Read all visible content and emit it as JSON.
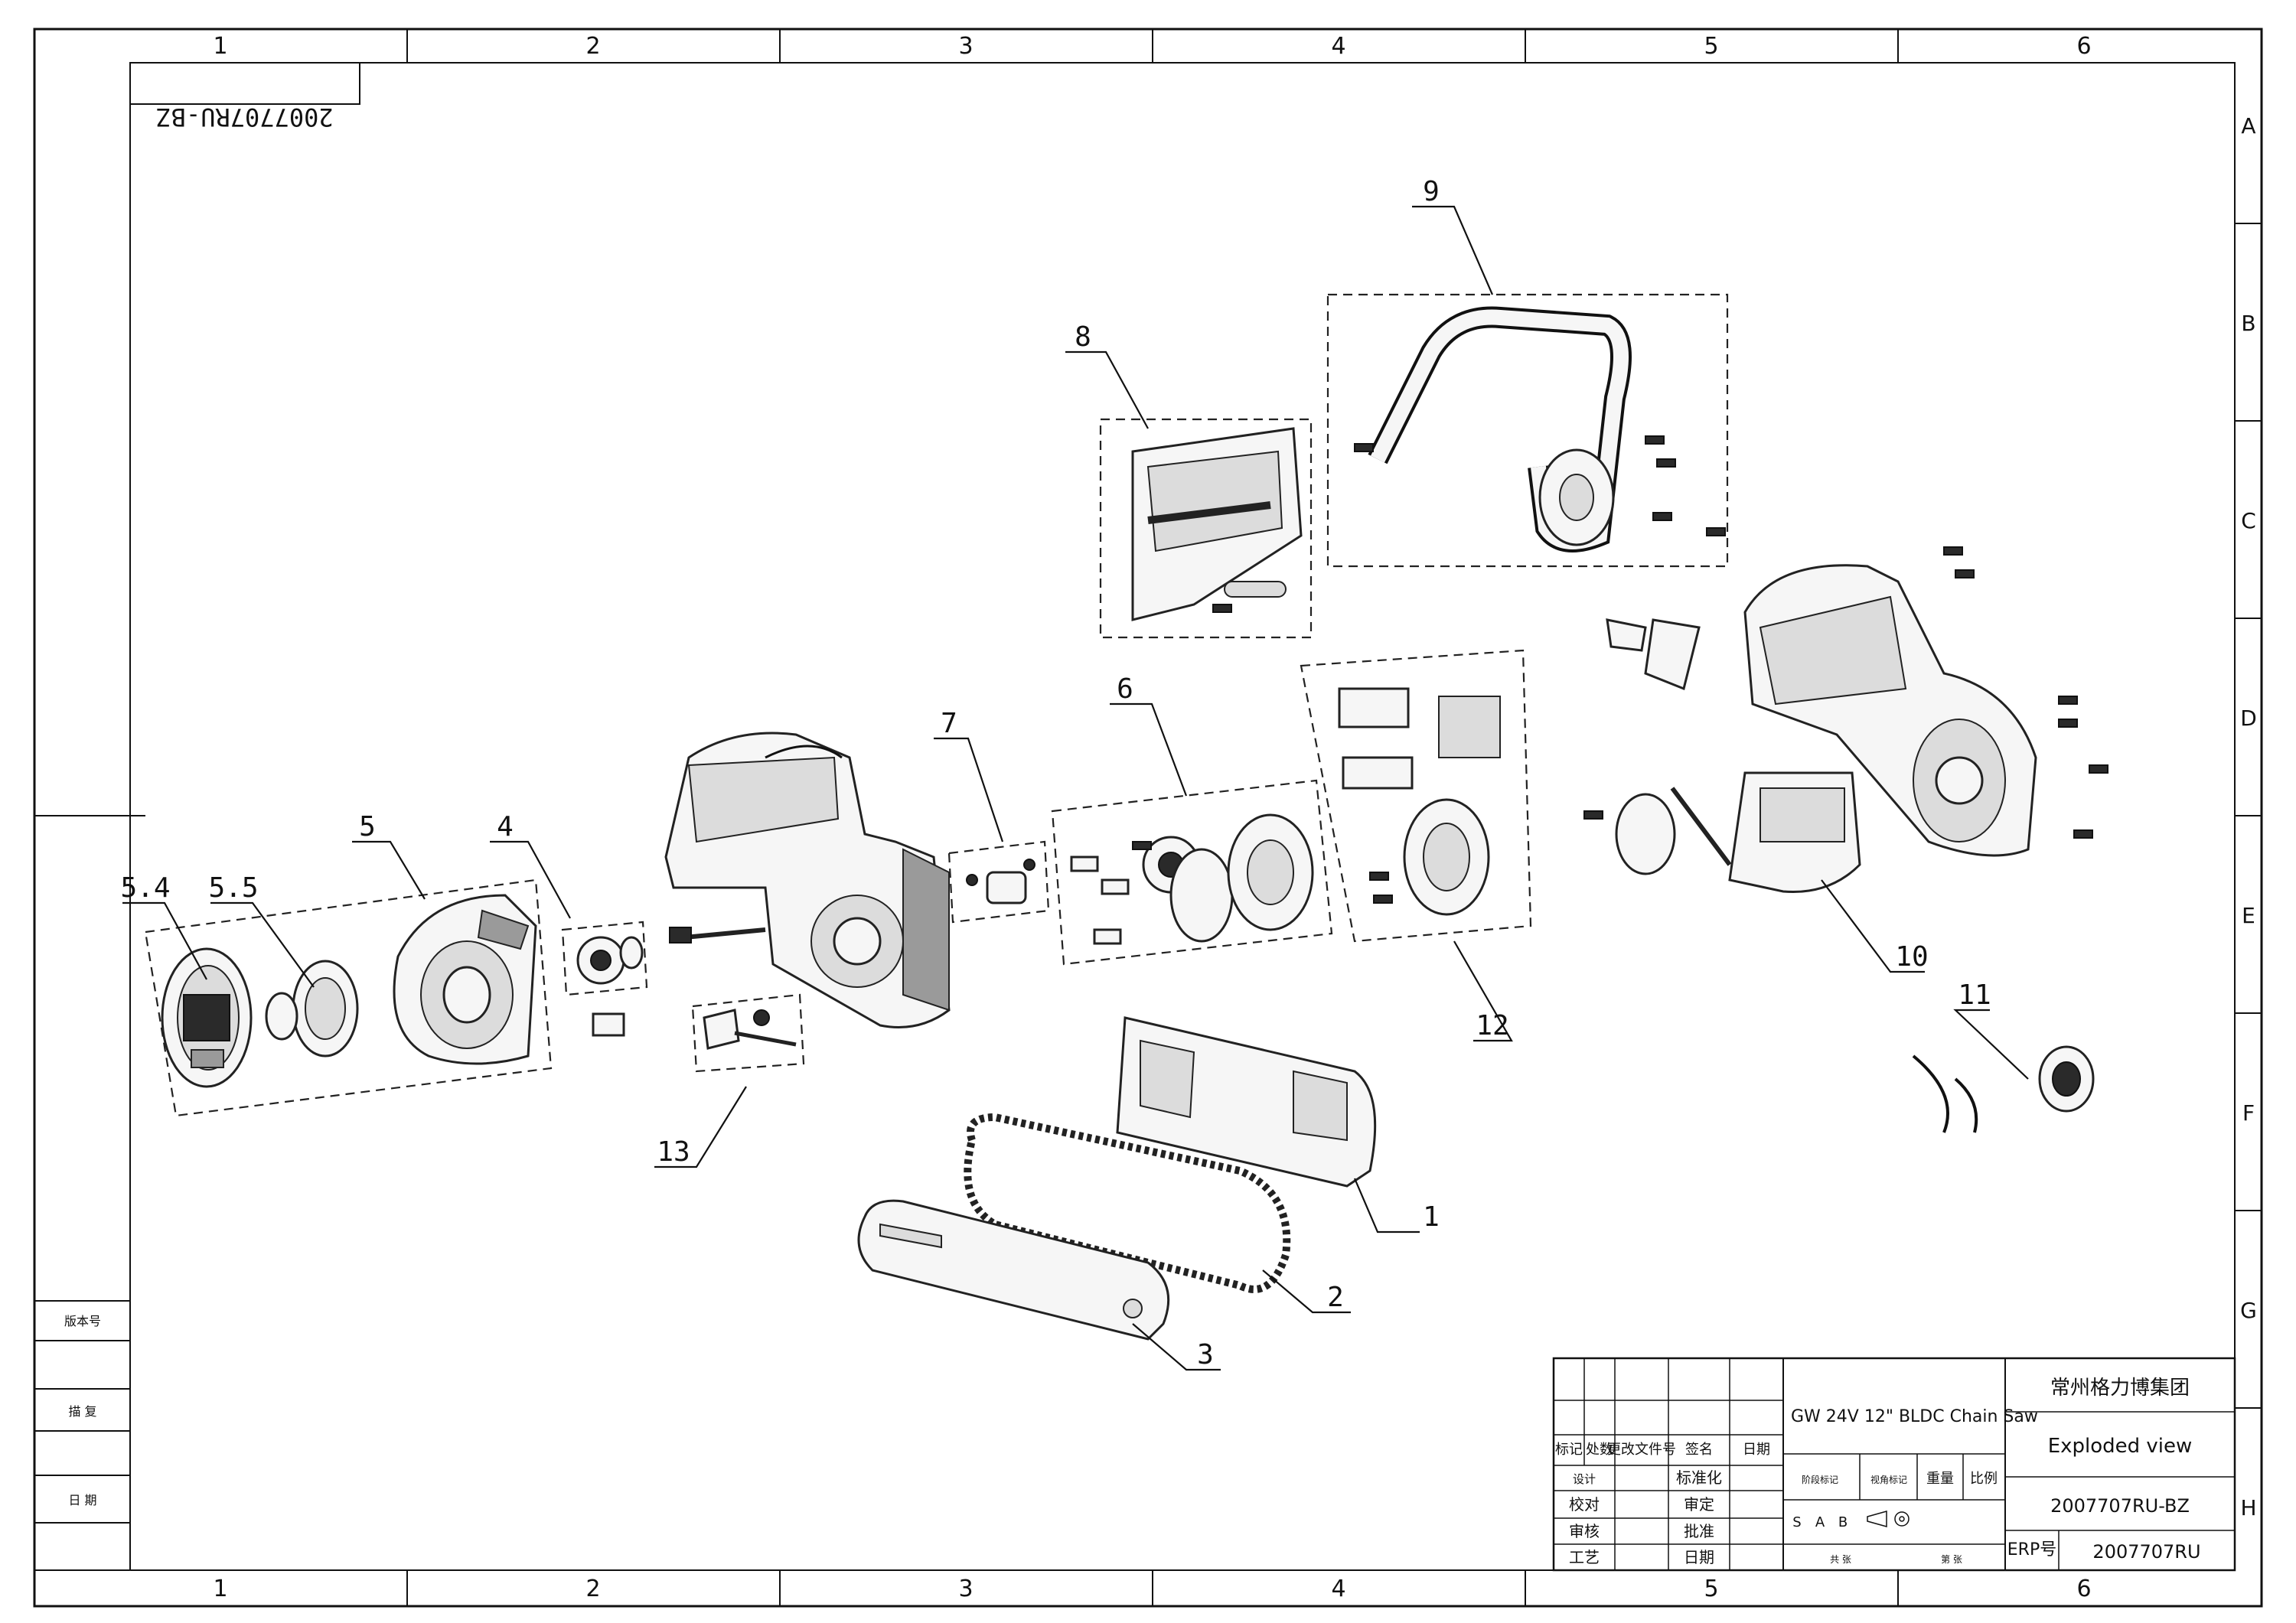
{
  "frame": {
    "columns": [
      "1",
      "2",
      "3",
      "4",
      "5",
      "6"
    ],
    "rows": [
      "A",
      "B",
      "C",
      "D",
      "E",
      "F",
      "G",
      "H"
    ]
  },
  "drawing_number_mirrored": "2007707RU-BZ",
  "callouts": [
    "1",
    "2",
    "3",
    "4",
    "5",
    "5.4",
    "5.5",
    "6",
    "7",
    "8",
    "9",
    "10",
    "11",
    "12",
    "13"
  ],
  "left_strip": {
    "labels": [
      "版本号",
      "描 复",
      "日 期"
    ]
  },
  "title_block": {
    "product": "GW 24V  12\" BLDC Chain Saw",
    "company": "常州格力博集团",
    "view": "Exploded view",
    "drawing_no": "2007707RU-BZ",
    "erp_label": "ERP号",
    "erp_no": "2007707RU",
    "rev_headers": [
      "标记",
      "处数",
      "更改文件号",
      "签名",
      "日期"
    ],
    "sign_rows": [
      {
        "a": "设计",
        "b": "标准化"
      },
      {
        "a": "校对",
        "b": "审定"
      },
      {
        "a": "审核",
        "b": "批准"
      },
      {
        "a": "工艺",
        "b": "日期"
      }
    ],
    "mark_headers": [
      "阶段标记",
      "视角标记",
      "重量",
      "比例"
    ],
    "stage_letters": [
      "S",
      "A",
      "B"
    ],
    "sheet_total": "共  张",
    "sheet_no": "第  张"
  }
}
